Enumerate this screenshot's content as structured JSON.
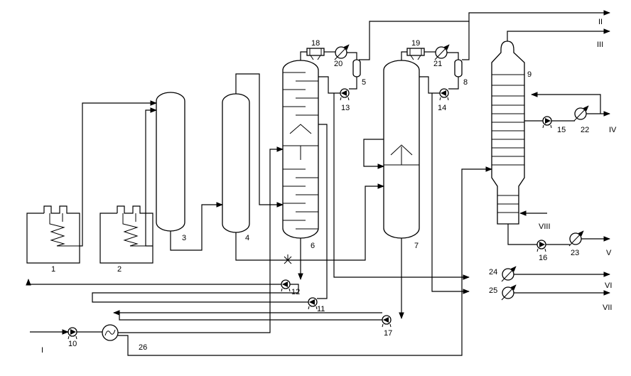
{
  "equipment_numbers": [
    "1",
    "2",
    "3",
    "4",
    "5",
    "6",
    "7",
    "8",
    "9",
    "10",
    "11",
    "12",
    "13",
    "14",
    "15",
    "16",
    "17",
    "18",
    "19",
    "20",
    "21",
    "22",
    "23",
    "24",
    "25",
    "26"
  ],
  "stream_labels": [
    "I",
    "II",
    "III",
    "IV",
    "V",
    "VI",
    "VII",
    "VIII"
  ]
}
